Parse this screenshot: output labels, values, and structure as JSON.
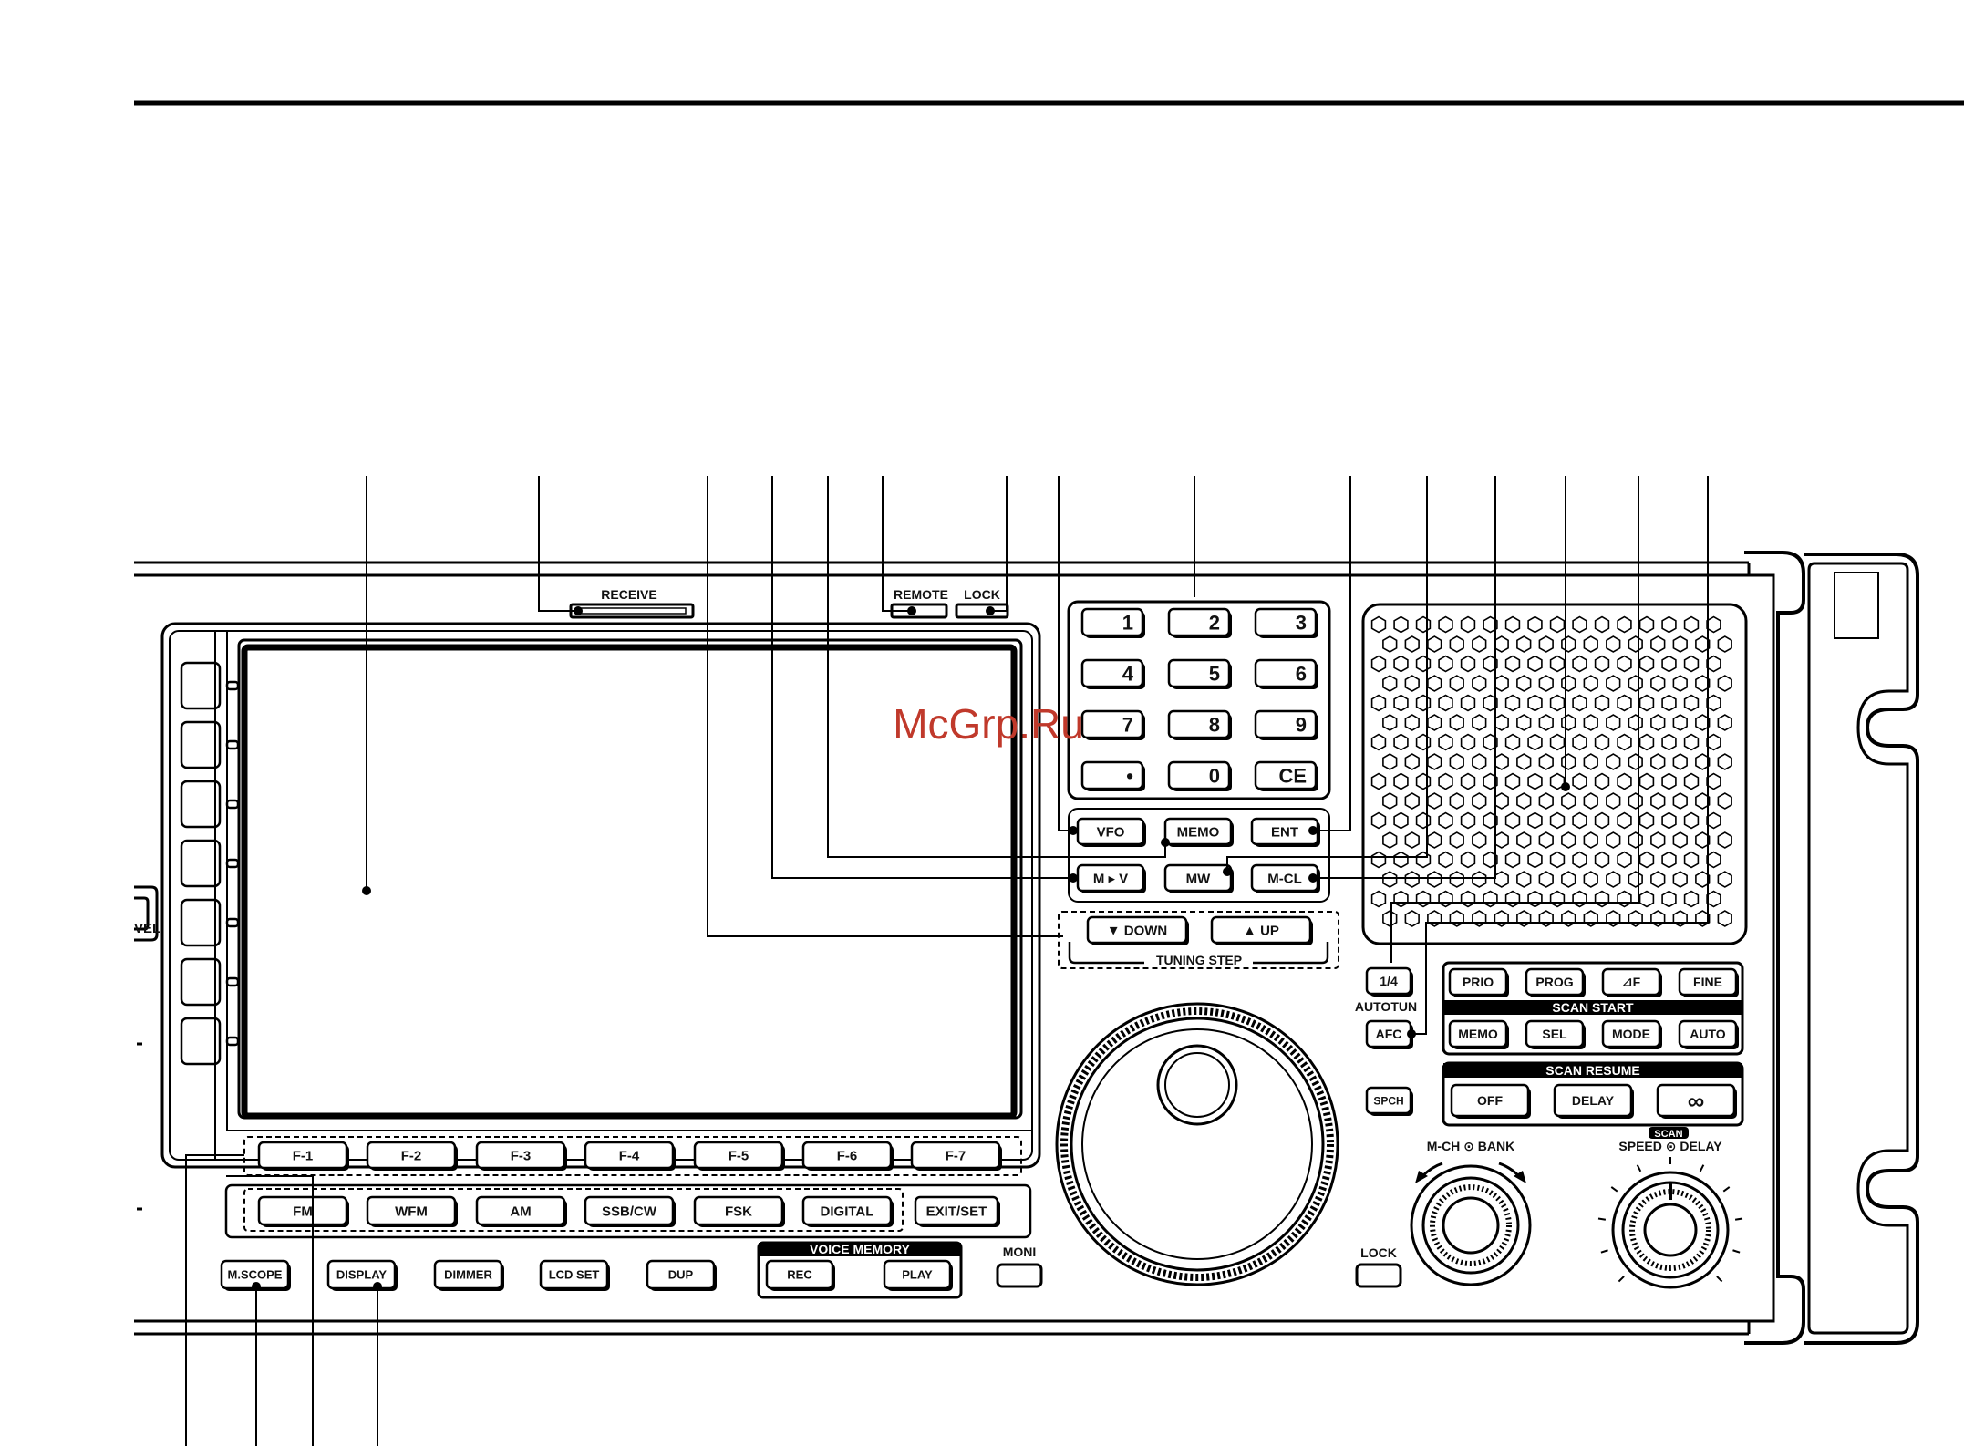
{
  "watermark": "McGrp.Ru",
  "indicators": {
    "receive": "RECEIVE",
    "remote": "REMOTE",
    "lock": "LOCK"
  },
  "keypad": {
    "keys": [
      "1",
      "2",
      "3",
      "4",
      "5",
      "6",
      "7",
      "8",
      "9",
      "•",
      "0",
      "CE"
    ]
  },
  "memory_keys": {
    "vfo": "VFO",
    "memo": "MEMO",
    "ent": "ENT",
    "mv": "M ▸ V",
    "mw": "MW",
    "mcl": "M-CL"
  },
  "tuning": {
    "down": "▼ DOWN",
    "up": "▲ UP",
    "caption": "TUNING STEP"
  },
  "function_keys": [
    "F-1",
    "F-2",
    "F-3",
    "F-4",
    "F-5",
    "F-6",
    "F-7"
  ],
  "mode_keys": [
    "FM",
    "WFM",
    "AM",
    "SSB/CW",
    "FSK",
    "DIGITAL"
  ],
  "exit_set": "EXIT/SET",
  "bottom_keys": {
    "mscope": "M.SCOPE",
    "display": "DISPLAY",
    "dimmer": "DIMMER",
    "lcdset": "LCD SET",
    "dup": "DUP"
  },
  "voice_memory": {
    "title": "VOICE MEMORY",
    "rec": "REC",
    "play": "PLAY"
  },
  "moni": "MONI",
  "lock_key": "LOCK",
  "left_labels": {
    "vel": "VEL"
  },
  "autotune": {
    "quarter": "1/4",
    "label": "AUTOTUN",
    "afc": "AFC",
    "spch": "SPCH"
  },
  "scan_keys_top": [
    "PRIO",
    "PROG",
    "⊿F",
    "FINE"
  ],
  "scan_start": {
    "title": "SCAN START",
    "keys": [
      "MEMO",
      "SEL",
      "MODE",
      "AUTO"
    ]
  },
  "scan_resume": {
    "title": "SCAN RESUME",
    "keys": [
      "OFF",
      "DELAY",
      "∞"
    ]
  },
  "knobs": {
    "mch_bank": "M-CH ⊙ BANK",
    "scan_tag": "SCAN",
    "speed_delay": "SPEED ⊙ DELAY"
  }
}
